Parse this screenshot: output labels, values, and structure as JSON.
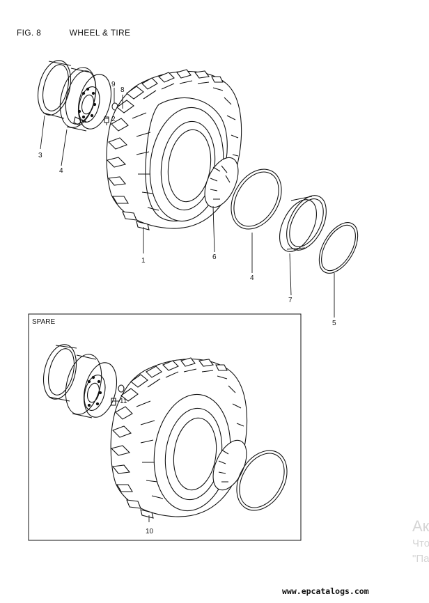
{
  "header": {
    "fig": "FIG. 8",
    "title": "WHEEL & TIRE"
  },
  "spare_box": {
    "label": "SPARE"
  },
  "callouts": {
    "c1": "1",
    "c2": "2",
    "c3": "3",
    "c4a": "4",
    "c4b": "4",
    "c5": "5",
    "c6": "6",
    "c7": "7",
    "c8": "8",
    "c9": "9",
    "c10": "10",
    "c11": "11"
  },
  "watermark": {
    "line1": "Ак",
    "line2": "Что",
    "line3": "\"Па"
  },
  "footer": {
    "url": "www.epcatalogs.com"
  }
}
